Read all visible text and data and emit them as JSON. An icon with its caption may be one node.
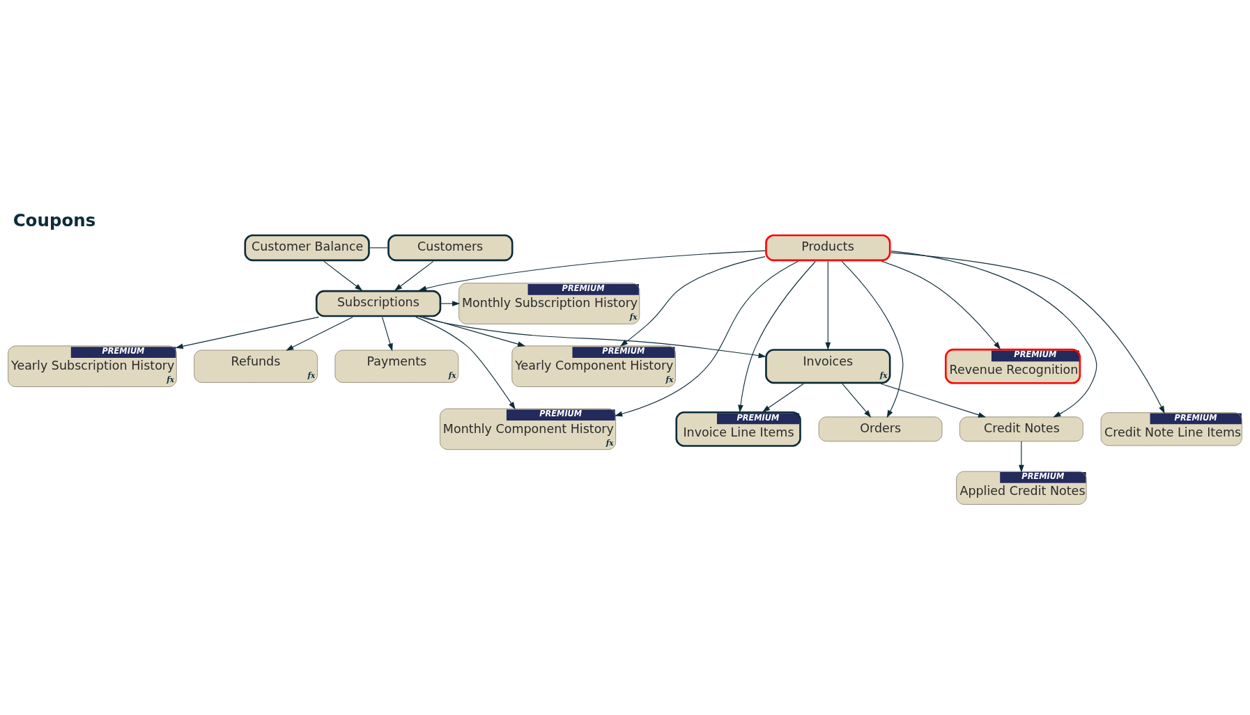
{
  "diagram": {
    "title": "Coupons",
    "nodes": [
      {
        "text": [
          "Customer Balance"
        ]
      },
      {
        "text": [
          "Customers"
        ]
      },
      {
        "text": [
          "Products"
        ]
      },
      {
        "text": [
          "PREMIUM",
          "Monthly Subscription History",
          "fx"
        ]
      },
      {
        "text": [
          "Subscriptions"
        ]
      },
      {
        "text": [
          "PREMIUM",
          "Yearly Subscription History",
          "fx"
        ]
      },
      {
        "text": [
          "Payments",
          "fx"
        ]
      },
      {
        "text": [
          "Invoices",
          "fx"
        ]
      },
      {
        "text": [
          "Refunds",
          "fx"
        ]
      },
      {
        "text": [
          "PREMIUM",
          "Monthly Component History",
          "fx"
        ]
      },
      {
        "text": [
          "PREMIUM",
          "Invoice Line Items"
        ]
      },
      {
        "text": [
          "PREMIUM",
          "Revenue Recognition"
        ]
      },
      {
        "text": [
          "PREMIUM",
          "Yearly Component History",
          "fx"
        ]
      },
      {
        "text": [
          "Orders"
        ]
      },
      {
        "text": [
          "Credit Notes"
        ]
      },
      {
        "text": [
          "PREMIUM",
          "Credit Note Line Items"
        ]
      },
      {
        "text": [
          "PREMIUM",
          "Applied Credit Notes"
        ]
      }
    ],
    "edges": [
      {
        "from": 0,
        "to": 1,
        "arrow": "none"
      },
      {
        "from": 0,
        "to": 4,
        "arrow": "to"
      },
      {
        "from": 1,
        "to": 4,
        "arrow": "to"
      },
      {
        "from": 2,
        "to": 4,
        "arrow": "to"
      },
      {
        "from": 4,
        "to": 6,
        "arrow": "to"
      },
      {
        "from": 4,
        "to": 7,
        "arrow": "to"
      },
      {
        "from": 4,
        "to": 8,
        "arrow": "to"
      },
      {
        "from": 4,
        "to": 3,
        "arrow": "to"
      },
      {
        "from": 4,
        "to": 5,
        "arrow": "to"
      },
      {
        "from": 4,
        "to": 9,
        "arrow": "to"
      },
      {
        "from": 4,
        "to": 12,
        "arrow": "to"
      },
      {
        "from": 2,
        "to": 7,
        "arrow": "to"
      },
      {
        "from": 2,
        "to": 10,
        "arrow": "to"
      },
      {
        "from": 2,
        "to": 11,
        "arrow": "to"
      },
      {
        "from": 2,
        "to": 13,
        "arrow": "to"
      },
      {
        "from": 2,
        "to": 14,
        "arrow": "to"
      },
      {
        "from": 2,
        "to": 15,
        "arrow": "to"
      },
      {
        "from": 2,
        "to": 9,
        "arrow": "to"
      },
      {
        "from": 2,
        "to": 12,
        "arrow": "to"
      },
      {
        "from": 7,
        "to": 13,
        "arrow": "to"
      },
      {
        "from": 7,
        "to": 14,
        "arrow": "to"
      },
      {
        "from": 7,
        "to": 10,
        "arrow": "to"
      },
      {
        "from": 14,
        "to": 16,
        "arrow": "to"
      }
    ]
  }
}
